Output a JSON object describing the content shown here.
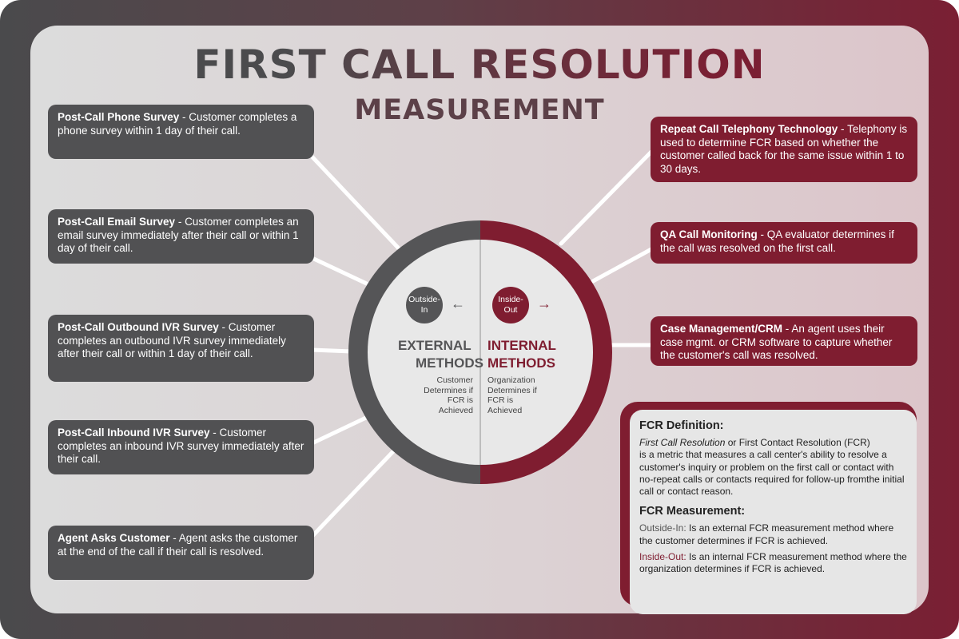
{
  "title": {
    "main": "FIRST CALL RESOLUTION",
    "sub": "MEASUREMENT"
  },
  "colors": {
    "gray": "#515153",
    "red": "#7f1d30",
    "panel": "#dcdcdc"
  },
  "left_methods": [
    {
      "name": "Post-Call Phone Survey",
      "desc": "Customer completes a phone survey within 1 day of their call."
    },
    {
      "name": "Post-Call Email Survey",
      "desc": "Customer completes an email survey immediately after their call or within 1 day of their call."
    },
    {
      "name": "Post-Call Outbound IVR Survey",
      "desc": "Customer completes an outbound IVR survey immediately after their call or within 1 day of their call."
    },
    {
      "name": "Post-Call Inbound IVR Survey",
      "desc": "Customer completes an inbound IVR survey immediately after their call."
    },
    {
      "name": "Agent Asks Customer",
      "desc": "Agent asks the customer at the end of the call if their call is resolved."
    }
  ],
  "right_methods": [
    {
      "name": "Repeat Call Telephony Technology",
      "desc": "Telephony is used to determine FCR based on whether the customer called back for the same issue within 1 to 30 days."
    },
    {
      "name": "QA Call Monitoring",
      "desc": "QA evaluator determines if the call was resolved on the first call."
    },
    {
      "name": "Case Management/CRM",
      "desc": "An agent uses their case mgmt. or CRM software to capture whether the customer's call was resolved."
    }
  ],
  "center": {
    "outside_badge": "Outside-In",
    "inside_badge": "Inside-Out",
    "external_line1": "EXTERNAL",
    "external_line2": "METHODS",
    "external_desc": "Customer Determines if FCR is Achieved",
    "internal_line1": "INTERNAL",
    "internal_line2": "METHODS",
    "internal_desc": "Organization Determines if FCR is Achieved"
  },
  "definition": {
    "heading": "FCR Definition:",
    "term_italic": "First Call Resolution",
    "term_rest": " or First Contact Resolution (FCR)",
    "body": "is a metric that measures a call center's ability to resolve a customer's inquiry or problem on the first call or contact with no-repeat calls or contacts required for follow-up fromthe initial call or contact reason.",
    "measurement_heading": "FCR Measurement:",
    "outside_label": "Outside-In:",
    "outside_text": " Is an external FCR measurement method where the customer determines if FCR is achieved.",
    "inside_label": "Inside-Out:",
    "inside_text": " Is an internal FCR measurement method where the organization determines if FCR is achieved."
  }
}
